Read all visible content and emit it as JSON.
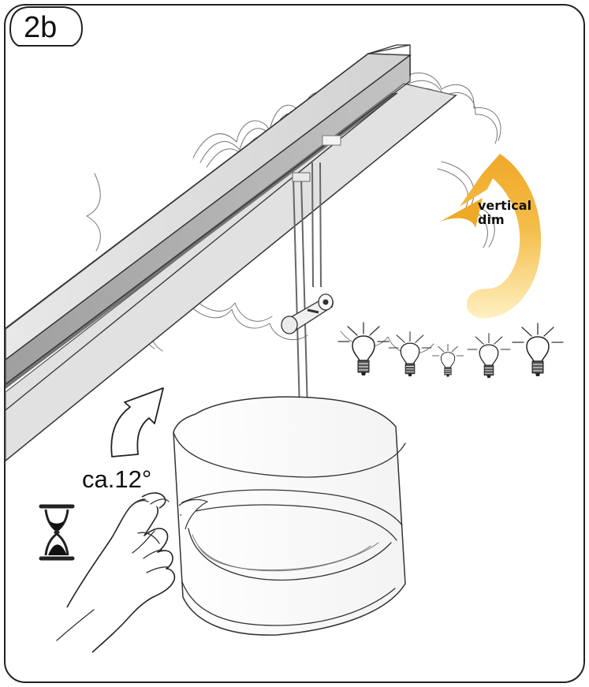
{
  "step_label": "2b",
  "angle_label": "ca.12°",
  "dim_label_line1": "vertical",
  "dim_label_line2": "dim",
  "colors": {
    "border": "#222222",
    "rail_light": "#dcdcdc",
    "rail_mid": "#bdbdbd",
    "rail_dark": "#8f8f8f",
    "arrow_orange": "#f0a828",
    "arrow_yellow": "#fbe79a"
  },
  "icons": {
    "hourglass": "hourglass-icon",
    "rotate_arrow": "curved-arrow-icon",
    "dim_arrow": "circular-dim-arrow-icon",
    "bulbs": "light-bulb-icon",
    "hand": "hand-icon"
  }
}
